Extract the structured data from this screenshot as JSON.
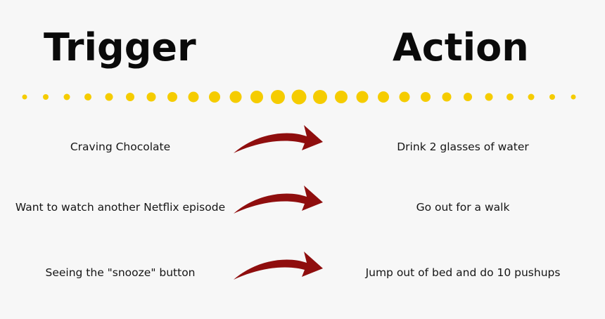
{
  "headings": {
    "trigger": "Trigger",
    "action": "Action"
  },
  "colors": {
    "dots": "#f5cc00",
    "arrow": "#8f0e0e",
    "background": "#f7f7f7"
  },
  "rows": [
    {
      "trigger": "Craving Chocolate",
      "action": "Drink 2 glasses of water"
    },
    {
      "trigger": "Want to watch another Netflix episode",
      "action": "Go out for a walk"
    },
    {
      "trigger": "Seeing the \"snooze\" button",
      "action": "Jump out of bed and do 10 pushups"
    }
  ]
}
